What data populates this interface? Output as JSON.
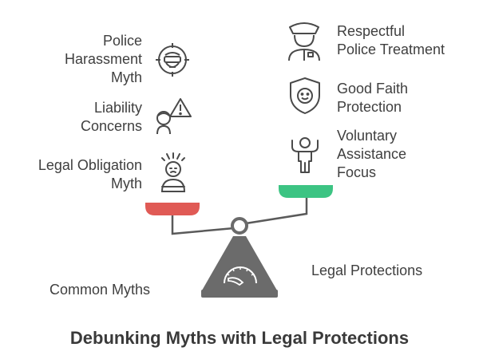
{
  "title": "Debunking Myths with Legal Protections",
  "left_group": {
    "label": "Common Myths",
    "color": "#e05a55",
    "items": [
      {
        "lines": [
          "Police",
          "Harassment",
          "Myth"
        ],
        "icon": "police-harassment-icon"
      },
      {
        "lines": [
          "Liability",
          "Concerns"
        ],
        "icon": "liability-warning-icon"
      },
      {
        "lines": [
          "Legal Obligation",
          "Myth"
        ],
        "icon": "stressed-person-icon"
      }
    ]
  },
  "right_group": {
    "label": "Legal Protections",
    "color": "#3cc483",
    "items": [
      {
        "lines": [
          "Respectful",
          "Police Treatment"
        ],
        "icon": "police-officer-icon"
      },
      {
        "lines": [
          "Good Faith",
          "Protection"
        ],
        "icon": "shield-face-icon"
      },
      {
        "lines": [
          "Voluntary",
          "Assistance",
          "Focus"
        ],
        "icon": "raised-arms-person-icon"
      }
    ]
  }
}
